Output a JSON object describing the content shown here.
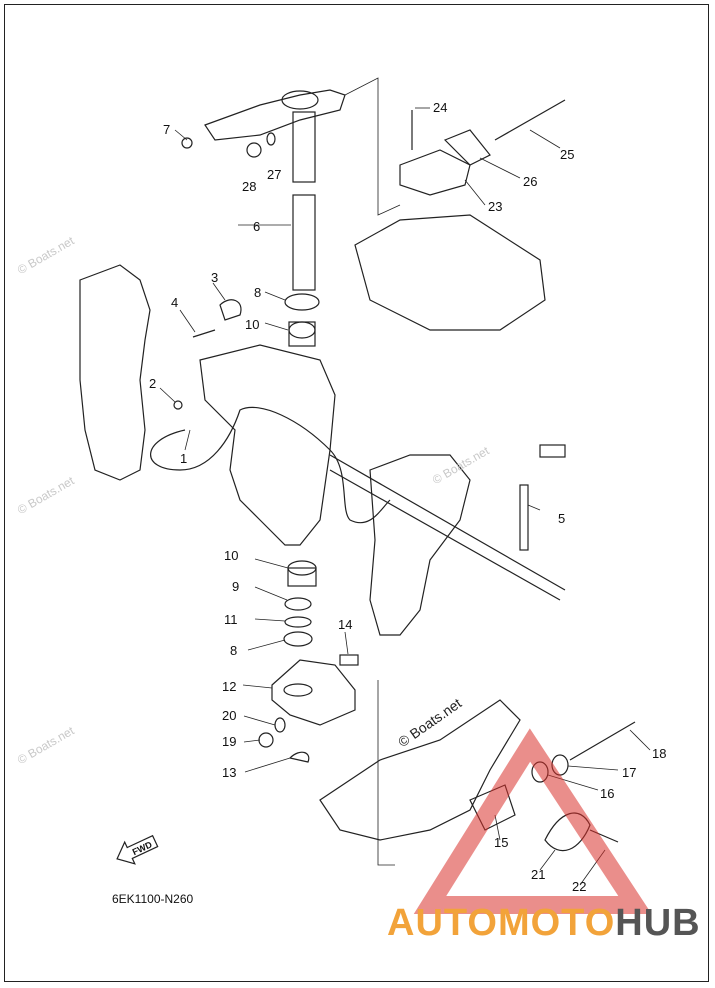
{
  "diagram": {
    "code": "6EK1100-N260",
    "fwd_label": "FWD",
    "callouts": [
      "1",
      "2",
      "3",
      "4",
      "5",
      "6",
      "7",
      "8",
      "9",
      "10",
      "11",
      "12",
      "13",
      "14",
      "15",
      "16",
      "17",
      "18",
      "19",
      "20",
      "21",
      "22",
      "23",
      "24",
      "25",
      "26",
      "27",
      "28"
    ],
    "callout_8_b": "8",
    "callout_10_b": "10"
  },
  "watermark": {
    "text": "© Boats.net",
    "main_text": "© Boats.net"
  },
  "brand": {
    "part1": "AUTOMOTO",
    "part2": "HUB",
    "colors": {
      "orange": "#f2a33a",
      "gray": "#555555",
      "red": "#d9312b"
    }
  }
}
